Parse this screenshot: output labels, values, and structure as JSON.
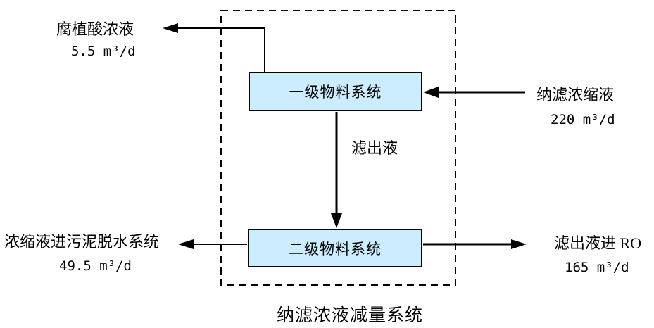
{
  "diagram": {
    "caption": "纳滤浓液减量系统",
    "boxes": [
      {
        "label": "一级物料系统"
      },
      {
        "label": "二级物料系统"
      }
    ],
    "streams": {
      "humic_acid": {
        "label": "腐植酸浓液",
        "flow": "5.5 m³/d"
      },
      "nf_concentrate": {
        "label": "纳滤浓缩液",
        "flow": "220 m³/d"
      },
      "filtrate": {
        "label": "滤出液"
      },
      "sludge_dewatering": {
        "label": "浓缩液进污泥脱水系统",
        "flow": "49.5 m³/d"
      },
      "ro": {
        "label": "滤出液进 RO",
        "flow": "165 m³/d"
      }
    },
    "colors": {
      "box_fill": "#ccecff",
      "box_border": "#000000",
      "line_color": "#000000"
    }
  }
}
